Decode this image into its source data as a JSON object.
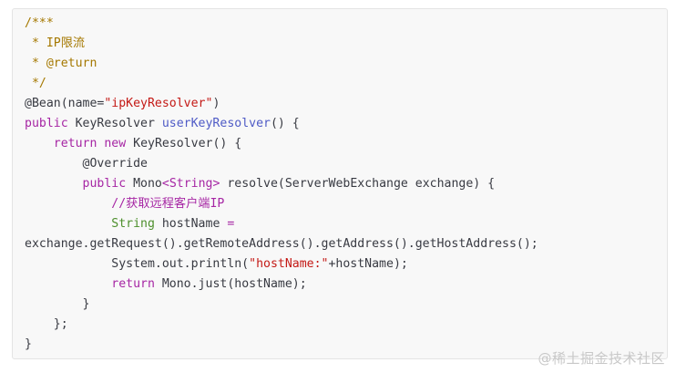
{
  "code_block": {
    "lines": [
      [
        {
          "t": "/***",
          "c": "comment"
        }
      ],
      [
        {
          "t": " * IP限流",
          "c": "comment"
        }
      ],
      [
        {
          "t": " * @return",
          "c": "comment"
        }
      ],
      [
        {
          "t": " */",
          "c": "comment"
        }
      ],
      [
        {
          "t": "@Bean(name=",
          "c": "plain"
        },
        {
          "t": "\"ipKeyResolver\"",
          "c": "string"
        },
        {
          "t": ")",
          "c": "plain"
        }
      ],
      [
        {
          "t": "public",
          "c": "keyword"
        },
        {
          "t": " KeyResolver ",
          "c": "plain"
        },
        {
          "t": "userKeyResolver",
          "c": "fn"
        },
        {
          "t": "() {",
          "c": "plain"
        }
      ],
      [
        {
          "t": "    ",
          "c": "plain"
        },
        {
          "t": "return",
          "c": "keyword"
        },
        {
          "t": " ",
          "c": "plain"
        },
        {
          "t": "new",
          "c": "keyword"
        },
        {
          "t": " KeyResolver() {",
          "c": "plain"
        }
      ],
      [
        {
          "t": "        @Override",
          "c": "plain"
        }
      ],
      [
        {
          "t": "        ",
          "c": "plain"
        },
        {
          "t": "public",
          "c": "keyword"
        },
        {
          "t": " Mono",
          "c": "plain"
        },
        {
          "t": "<String>",
          "c": "generic"
        },
        {
          "t": " resolve(ServerWebExchange exchange) {",
          "c": "plain"
        }
      ],
      [
        {
          "t": "            ",
          "c": "plain"
        },
        {
          "t": "//获取远程客户端IP",
          "c": "comment-cn"
        }
      ],
      [
        {
          "t": "            ",
          "c": "plain"
        },
        {
          "t": "String",
          "c": "type"
        },
        {
          "t": " hostName ",
          "c": "plain"
        },
        {
          "t": "=",
          "c": "keyword"
        }
      ],
      [
        {
          "t": "exchange.getRequest().getRemoteAddress().getAddress().getHostAddress();",
          "c": "plain"
        }
      ],
      [
        {
          "t": "            System.out.println(",
          "c": "plain"
        },
        {
          "t": "\"hostName:\"",
          "c": "string"
        },
        {
          "t": "+hostName);",
          "c": "plain"
        }
      ],
      [
        {
          "t": "            ",
          "c": "plain"
        },
        {
          "t": "return",
          "c": "keyword"
        },
        {
          "t": " Mono.just(hostName);",
          "c": "plain"
        }
      ],
      [
        {
          "t": "        }",
          "c": "plain"
        }
      ],
      [
        {
          "t": "    };",
          "c": "plain"
        }
      ],
      [
        {
          "t": "}",
          "c": "plain"
        }
      ]
    ]
  },
  "watermark": {
    "text": "@稀土掘金技术社区"
  },
  "colors": {
    "background": "#f8f8f8",
    "comment": "#a57800",
    "keyword": "#a626a4",
    "string": "#c41a16",
    "type": "#4d8f2c",
    "function": "#4f5bc6",
    "plain": "#383a42"
  }
}
